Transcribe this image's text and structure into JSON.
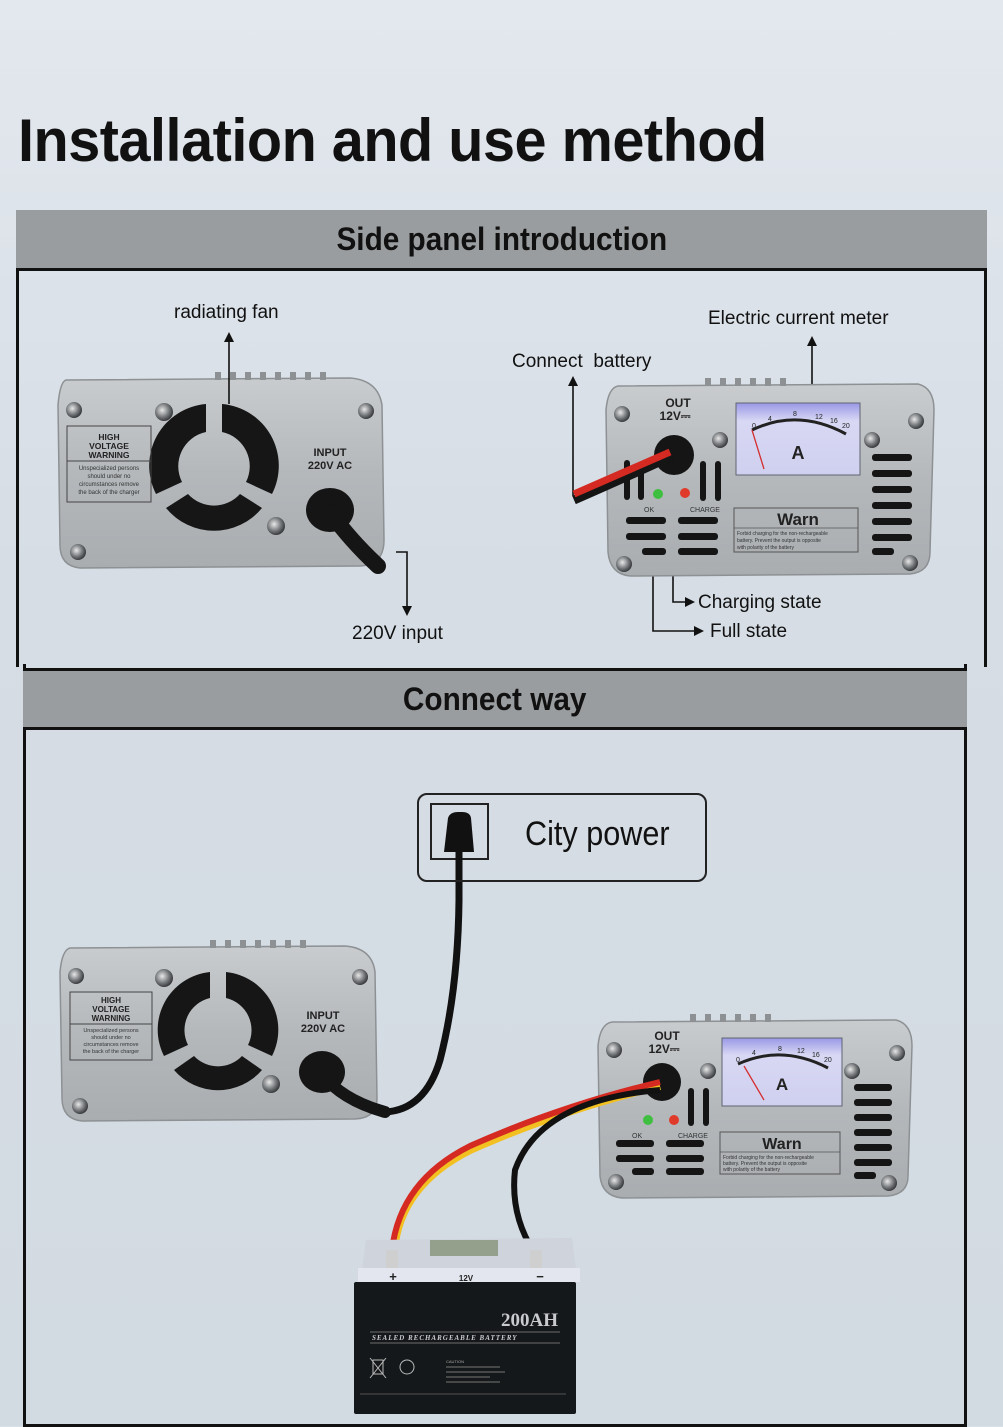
{
  "page": {
    "title": "Installation and use method"
  },
  "sections": [
    {
      "heading": "Side panel introduction",
      "back_panel": {
        "warning_title": [
          "HIGH",
          "VOLTAGE",
          "WARNING"
        ],
        "warning_body": [
          "Unspecialized persons",
          "should under no",
          "circumstances remove",
          "the back of the charger"
        ],
        "input_label": [
          "INPUT",
          "220V AC"
        ]
      },
      "front_panel": {
        "out_label": [
          "OUT",
          "12V⎓"
        ],
        "meter_scale": [
          "0",
          "4",
          "8",
          "12",
          "16",
          "20"
        ],
        "meter_unit": "A",
        "ok_label": "OK",
        "charge_label": "CHARGE",
        "warn_title": "Warn",
        "warn_body": [
          "Forbid charging for the non-rechargeable",
          "battery.    Prevent the output is opposite",
          "with polarity of the battery"
        ]
      },
      "callouts": {
        "radiating_fan": "radiating fan",
        "input_220v": "220V input",
        "connect_battery": "Connect  battery",
        "current_meter": "Electric current meter",
        "charging_state": "Charging state",
        "full_state": "Full state"
      },
      "led_colors": {
        "ok": "#3fbf3f",
        "charge": "#e03a2a"
      }
    },
    {
      "heading": "Connect way",
      "city_power": "City power",
      "battery": {
        "capacity": "200AH",
        "voltage": "12V",
        "positive": "+",
        "negative": "−",
        "subtitle": "SEALED RECHARGEABLE BATTERY",
        "caution": "CAUTION"
      }
    }
  ]
}
